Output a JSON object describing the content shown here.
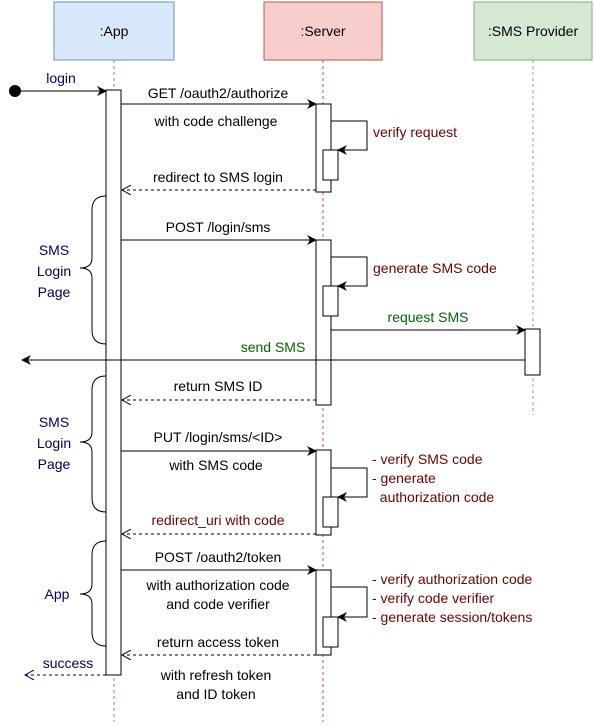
{
  "participants": {
    "app": {
      "label": ":App",
      "fill": "#dae8fc",
      "stroke": "#6c8ebf"
    },
    "server": {
      "label": ":Server",
      "fill": "#f8cecc",
      "stroke": "#b85450"
    },
    "sms": {
      "label": ":SMS Provider",
      "fill": "#d5e8d4",
      "stroke": "#82b366"
    }
  },
  "colors": {
    "note_text": "#6f0000",
    "sms_text": "#006600",
    "group_text": "#000066"
  },
  "messages": {
    "login": "login",
    "authorize_1": "GET /oauth2/authorize",
    "authorize_2": "with code challenge",
    "verify_request": "verify request",
    "redirect_sms_login": "redirect to SMS login",
    "post_login_sms": "POST /login/sms",
    "generate_sms_code": "generate SMS code",
    "request_sms": "request SMS",
    "send_sms": "send SMS",
    "return_sms_id": "return SMS ID",
    "put_sms_1": "PUT /login/sms/<ID>",
    "put_sms_2": "with SMS code",
    "notes_verify_sms": [
      "- verify SMS code",
      "- generate",
      "  authorization code"
    ],
    "redirect_uri": "redirect_uri with code",
    "post_token_1": "POST /oauth2/token",
    "post_token_2": "with authorization code",
    "post_token_3": "and code verifier",
    "notes_token": [
      "- verify authorization code",
      "- verify code verifier",
      "- generate session/tokens"
    ],
    "return_token_1": "return access token",
    "return_token_2": "with refresh token",
    "return_token_3": "and ID token",
    "success": "success"
  },
  "groups": {
    "sms_login_page_1": [
      "SMS",
      "Login",
      "Page"
    ],
    "sms_login_page_2": [
      "SMS",
      "Login",
      "Page"
    ],
    "app": [
      "App"
    ]
  }
}
